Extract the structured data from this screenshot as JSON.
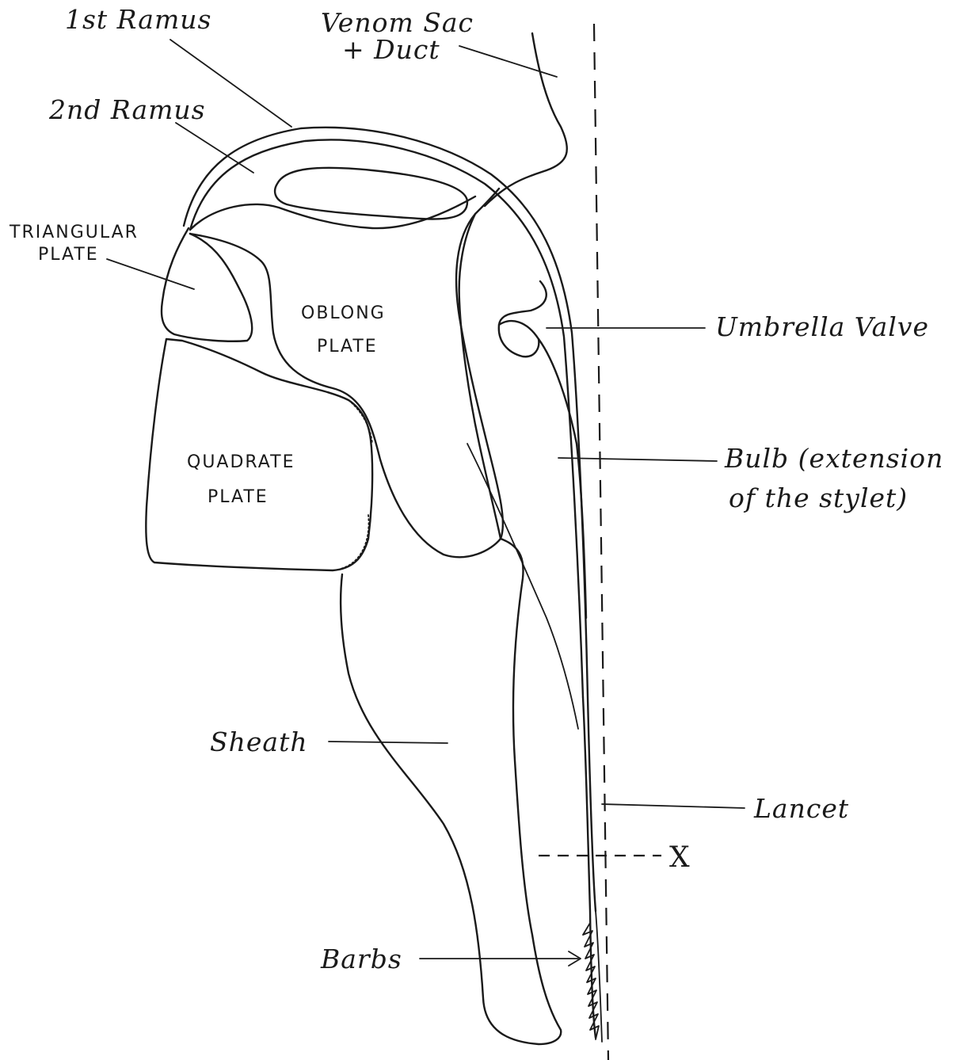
{
  "labels": {
    "first_ramus": "1st Ramus",
    "venom_sac_line1": "Venom Sac",
    "venom_sac_line2": "+ Duct",
    "second_ramus": "2nd Ramus",
    "triangular_plate_line1": "TRIANGULAR",
    "triangular_plate_line2": "PLATE",
    "oblong_plate_line1": "OBLONG",
    "oblong_plate_line2": "PLATE",
    "umbrella_valve": "Umbrella Valve",
    "quadrate_plate_line1": "QUADRATE",
    "quadrate_plate_line2": "PLATE",
    "bulb_line1": "Bulb (extension",
    "bulb_line2": "of the stylet)",
    "sheath": "Sheath",
    "lancet": "Lancet",
    "x_marker": "X",
    "barbs": "Barbs"
  },
  "colors": {
    "ink": "#1a1a1a",
    "paper": "#ffffff"
  }
}
